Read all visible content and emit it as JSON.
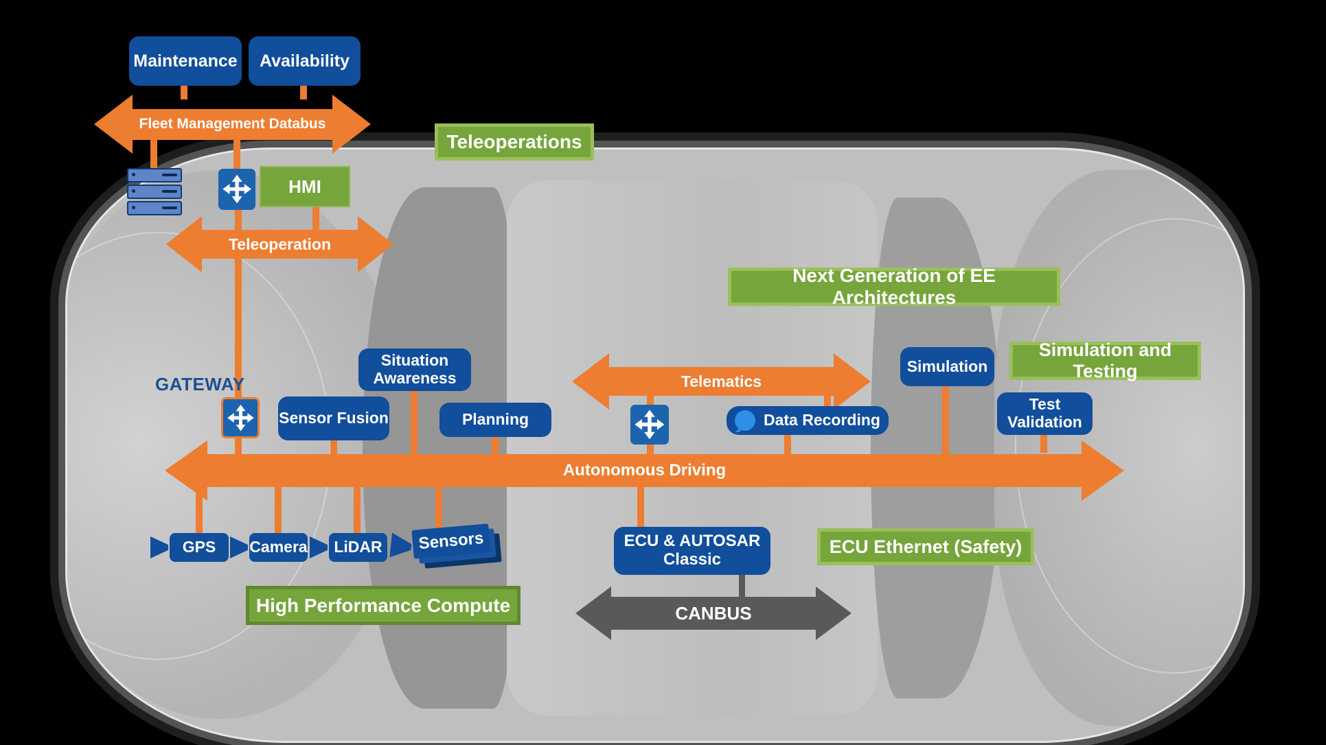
{
  "title": "Next Generation of EE Architectures automotive diagram",
  "colors": {
    "background": "#000000",
    "bus_orange": "#ED7D31",
    "bus_gray": "#595959",
    "node_blue": "#114E9C",
    "gateway_blue": "#1D64AE",
    "callout_green": "#76A53C",
    "callout_green_border": "#9ABF58",
    "gateway_text_blue": "#1C4F93",
    "bubble_blue": "#2F8FE8",
    "car_gray": "#BFBFBF"
  },
  "buses": {
    "fleet": {
      "label": "Fleet Management Databus"
    },
    "teleoperation": {
      "label": "Teleoperation"
    },
    "telematics": {
      "label": "Telematics"
    },
    "autonomous": {
      "label": "Autonomous Driving"
    },
    "canbus": {
      "label": "CANBUS"
    }
  },
  "nodes": {
    "maintenance": {
      "label": "Maintenance"
    },
    "availability": {
      "label": "Availability"
    },
    "hmi": {
      "label": "HMI"
    },
    "situation_awareness": {
      "label": "Situation Awareness"
    },
    "sensor_fusion": {
      "label": "Sensor Fusion"
    },
    "planning": {
      "label": "Planning"
    },
    "simulation": {
      "label": "Simulation"
    },
    "test_validation": {
      "label": "Test Validation"
    },
    "data_recording": {
      "label": "Data Recording"
    },
    "ecu_autosar": {
      "label": "ECU & AUTOSAR Classic"
    },
    "gps": {
      "label": "GPS"
    },
    "camera": {
      "label": "Camera"
    },
    "lidar": {
      "label": "LiDAR"
    },
    "sensors": {
      "label": "Sensors"
    }
  },
  "callouts": {
    "teleoperations": {
      "label": "Teleoperations"
    },
    "next_gen": {
      "label": "Next Generation of EE Architectures"
    },
    "sim_testing": {
      "label": "Simulation and Testing"
    },
    "ecu_ethernet": {
      "label": "ECU Ethernet (Safety)"
    },
    "hpc": {
      "label": "High Performance Compute"
    }
  },
  "labels": {
    "gateway": "GATEWAY"
  },
  "icons": {
    "gateway": "four-way-move-arrow-icon",
    "server": "server-stack-icon",
    "data_recording": "speech-bubble-icon",
    "gps": "camera-triangle-icon",
    "camera": "camera-triangle-icon",
    "lidar": "camera-triangle-icon",
    "sensors": "stacked-cards-icon"
  }
}
